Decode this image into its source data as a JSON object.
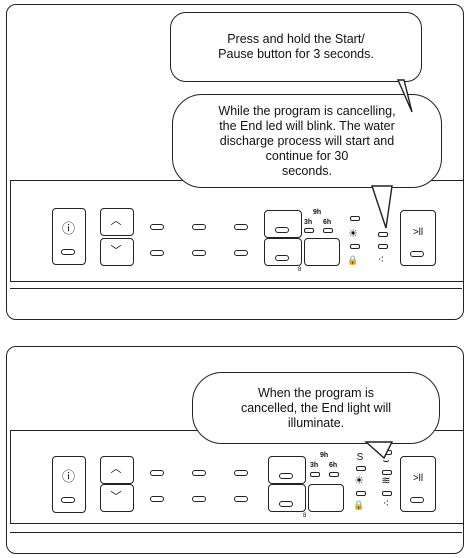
{
  "panels": [
    {
      "callouts": [
        {
          "text": "Press and hold the Start/\nPause button for 3 seconds."
        },
        {
          "text": "While the program is cancelling,\nthe End led will blink. The water\ndischarge process will start and\ncontinue for 30\nseconds."
        }
      ],
      "timer_labels": {
        "nine": "9h",
        "three": "3h",
        "six": "6h",
        "eight": "8"
      }
    },
    {
      "callouts": [
        {
          "text": "When the program is\ncancelled, the End light will\nilluminate."
        }
      ],
      "timer_labels": {
        "nine": "9h",
        "three": "3h",
        "six": "6h",
        "eight": "8"
      }
    }
  ],
  "icons": {
    "power": "power-icon",
    "up": "chevron-up-icon",
    "down": "chevron-down-icon",
    "start_pause": "play-pause-icon",
    "half_load": "half-load-icon",
    "dry": "dry-icon",
    "child_lock": "lock-icon",
    "end": "end-icon",
    "rinse_aid": "rinse-aid-icon",
    "salt": "salt-icon"
  },
  "glyphs": {
    "power": "ⓘ",
    "up": "︿",
    "down": "﹀",
    "start_pause": ">ll",
    "half_load": "S",
    "dry": "☀",
    "lock": "🔒",
    "end": "⌣",
    "rinse_aid": "≋",
    "salt": "⁖"
  }
}
